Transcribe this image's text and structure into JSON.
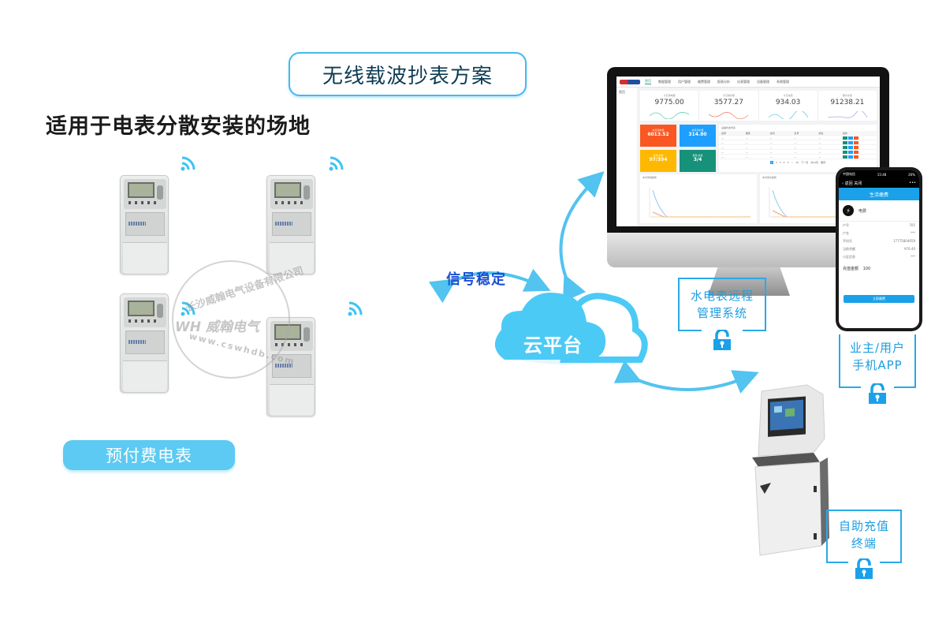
{
  "title": "无线载波抄表方案",
  "subtitle": "适用于电表分散安装的场地",
  "meters": {
    "label": "预付费电表",
    "count": 4
  },
  "watermark": {
    "company": "长沙威翰电气设备有限公司",
    "brand": "WH 威翰电气",
    "url": "www.cswhdb.com"
  },
  "signal_label": "信号稳定",
  "cloud_label": "云平台",
  "dashboard": {
    "nav_items": [
      "首页",
      "数据管理",
      "用户管理",
      "缴费管理",
      "报表分析",
      "仪表管理",
      "设备管理",
      "系统管理"
    ],
    "sidebar_label": "首页",
    "stats": [
      {
        "caption": "今日用电量",
        "value": "9775.00",
        "color": "#5fd1b8"
      },
      {
        "caption": "今日用水量",
        "value": "3577.27",
        "color": "#f28b6e"
      },
      {
        "caption": "今日充值",
        "value": "934.03",
        "color": "#74c6f2"
      },
      {
        "caption": "累计充值",
        "value": "91238.21",
        "color": "#b5a9e6"
      }
    ],
    "tiles": [
      {
        "caption": "本月用电量",
        "value": "6013.52",
        "color": "#fa5722"
      },
      {
        "caption": "本月用水量",
        "value": "314.80",
        "color": "#1e9fff"
      },
      {
        "caption": "在线/总数",
        "value": "97/394",
        "color": "#ffb800"
      },
      {
        "caption": "报警/总数",
        "value": "3/4",
        "color": "#16917a"
      }
    ],
    "table_title": "设备状态列表",
    "table_headers": [
      "名称",
      "楼栋",
      "房间",
      "表号",
      "状态",
      "操作"
    ],
    "table_rows": 5,
    "op_colors": [
      "#16917a",
      "#1e9fff",
      "#fa5722"
    ],
    "pagination": [
      "1",
      "2",
      "3",
      "4",
      "5",
      "...",
      "10",
      "下一页",
      "共10页",
      "跳转"
    ],
    "charts": [
      {
        "title": "本月用电趋势",
        "legend": [
          "用电",
          "用水",
          "充值"
        ]
      },
      {
        "title": "本月用水趋势",
        "legend": [
          "用电",
          "用水",
          "充值"
        ]
      }
    ]
  },
  "phone": {
    "carrier": "中国电信",
    "time": "15:48",
    "battery": "26%",
    "back_label": "返回",
    "close_label": "关闭",
    "header": "生活缴费",
    "service": "电费",
    "rows": [
      {
        "label": "户号",
        "value": "705"
      },
      {
        "label": "户名",
        "value": "***"
      },
      {
        "label": "手机号",
        "value": "17775804659"
      },
      {
        "label": "当前余额",
        "value": "¥76.40"
      },
      {
        "label": "小区信息",
        "value": "***"
      }
    ],
    "amount_label": "充值金额",
    "amount_value": "100",
    "pay_button": "立即缴费"
  },
  "labels": {
    "remote_system": [
      "水电表远程",
      "管理系统"
    ],
    "mobile_app": [
      "业主/用户",
      "手机APP"
    ],
    "kiosk": [
      "自助充值",
      "终端"
    ]
  },
  "colors": {
    "accent": "#2aa9e8",
    "cloud": "#4ccaf6",
    "title_border": "#45b9ee",
    "signal_text": "#1a4fd1"
  }
}
